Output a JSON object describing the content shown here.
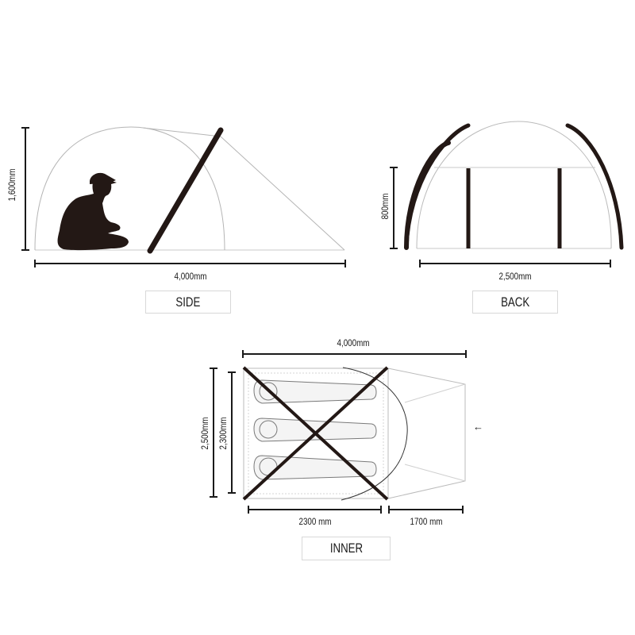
{
  "side": {
    "label": "SIDE",
    "height": "1,600mm",
    "length": "4,000mm"
  },
  "back": {
    "label": "BACK",
    "height": "800mm",
    "width": "2,500mm"
  },
  "inner": {
    "label": "INNER",
    "total_length": "4,000mm",
    "outer_width": "2,500mm",
    "inner_width": "2,300mm",
    "inner_length": "2300 mm",
    "vestibule_length": "1700 mm",
    "entrance_arrow": "←"
  },
  "colors": {
    "pole": "#231815",
    "outline": "#bbbbbb",
    "dimension": "#1a1a1a"
  }
}
